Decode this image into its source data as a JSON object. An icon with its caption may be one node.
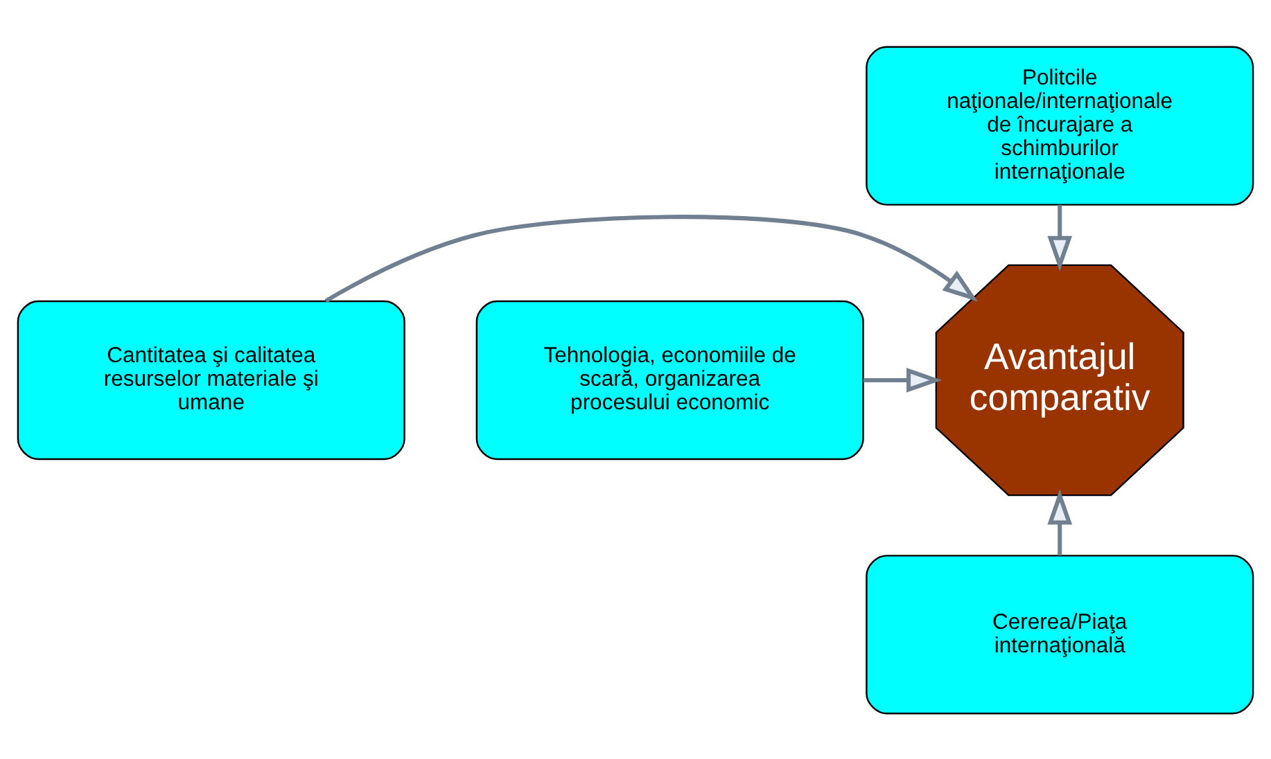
{
  "diagram": {
    "nodes": [
      {
        "text": [
          "Politcile naţionale/internaţionale de încurajare a schimburilor internaţionale"
        ]
      },
      {
        "text": [
          "Cantitatea şi calitatea resurselor materiale şi umane"
        ]
      },
      {
        "text": [
          "Avantajul comparativ"
        ]
      },
      {
        "text": [
          "Tehnologia, economiile de scară, organizarea procesului economic"
        ]
      },
      {
        "text": [
          "Cererea/Piaţa internaţională"
        ]
      }
    ],
    "edges": [
      {
        "from": 0,
        "to": 2,
        "arrow": "to"
      },
      {
        "from": 1,
        "to": 2,
        "arrow": "to"
      },
      {
        "from": 3,
        "to": 2,
        "arrow": "to"
      },
      {
        "from": 4,
        "to": 2,
        "arrow": "to"
      }
    ]
  }
}
